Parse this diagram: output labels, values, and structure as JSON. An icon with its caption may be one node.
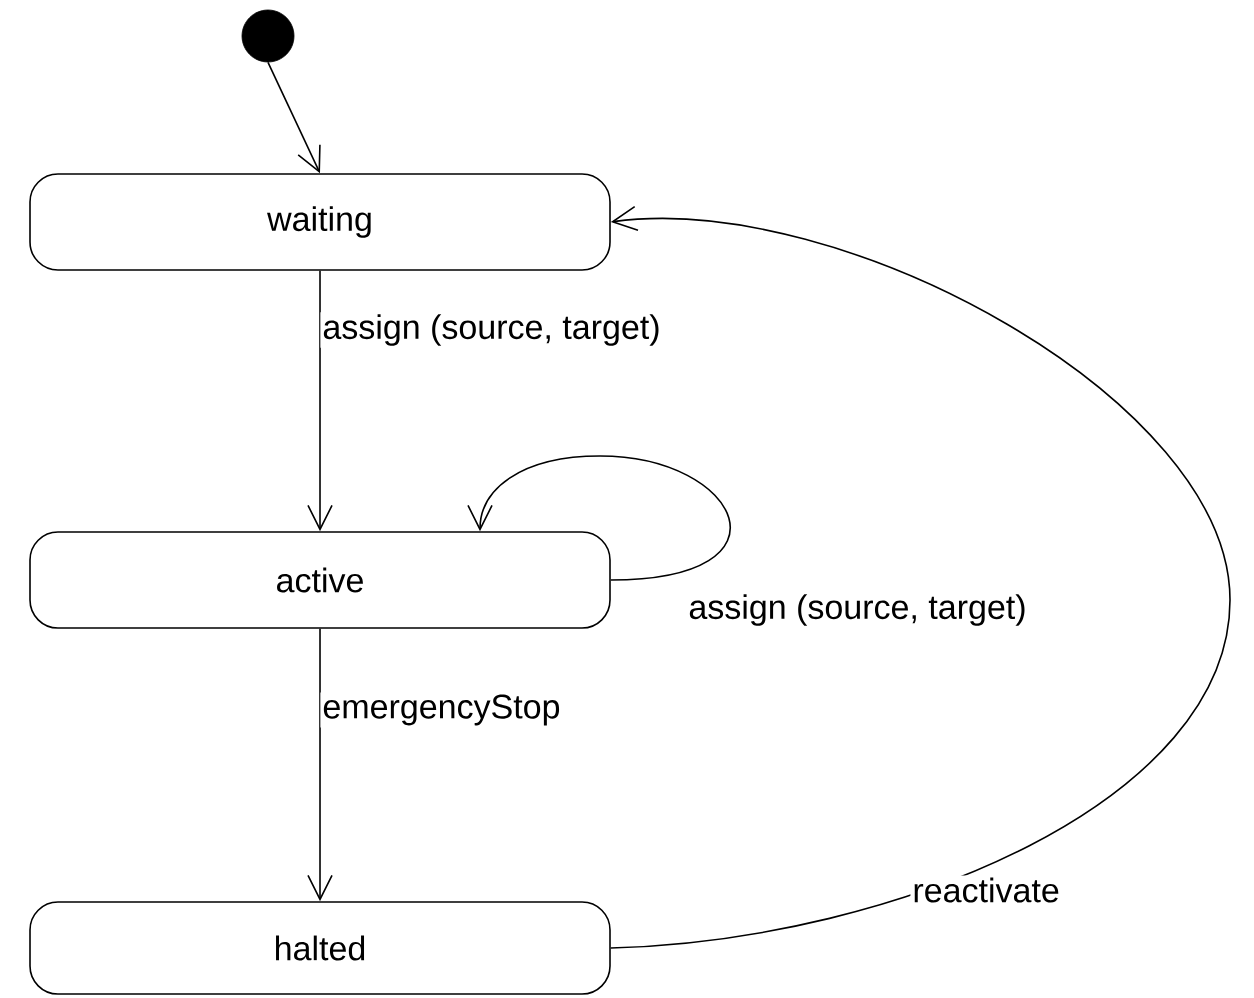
{
  "diagram": {
    "nodes": [
      {
        "text": [],
        "shape": "circle"
      },
      {
        "text": [
          "waiting"
        ]
      },
      {
        "text": [
          "active"
        ]
      },
      {
        "text": [
          "halted"
        ]
      }
    ],
    "edges": [
      {
        "from": 0,
        "to": 1,
        "arrow": "to"
      },
      {
        "from": 1,
        "to": 2,
        "arrow": "to",
        "label": "assign (source, target)"
      },
      {
        "from": 2,
        "to": 2,
        "arrow": "to",
        "label": "assign (source, target)"
      },
      {
        "from": 2,
        "to": 3,
        "arrow": "to",
        "label": "emergencyStop"
      },
      {
        "from": 3,
        "to": 1,
        "arrow": "to",
        "label": "reactivate"
      }
    ]
  }
}
